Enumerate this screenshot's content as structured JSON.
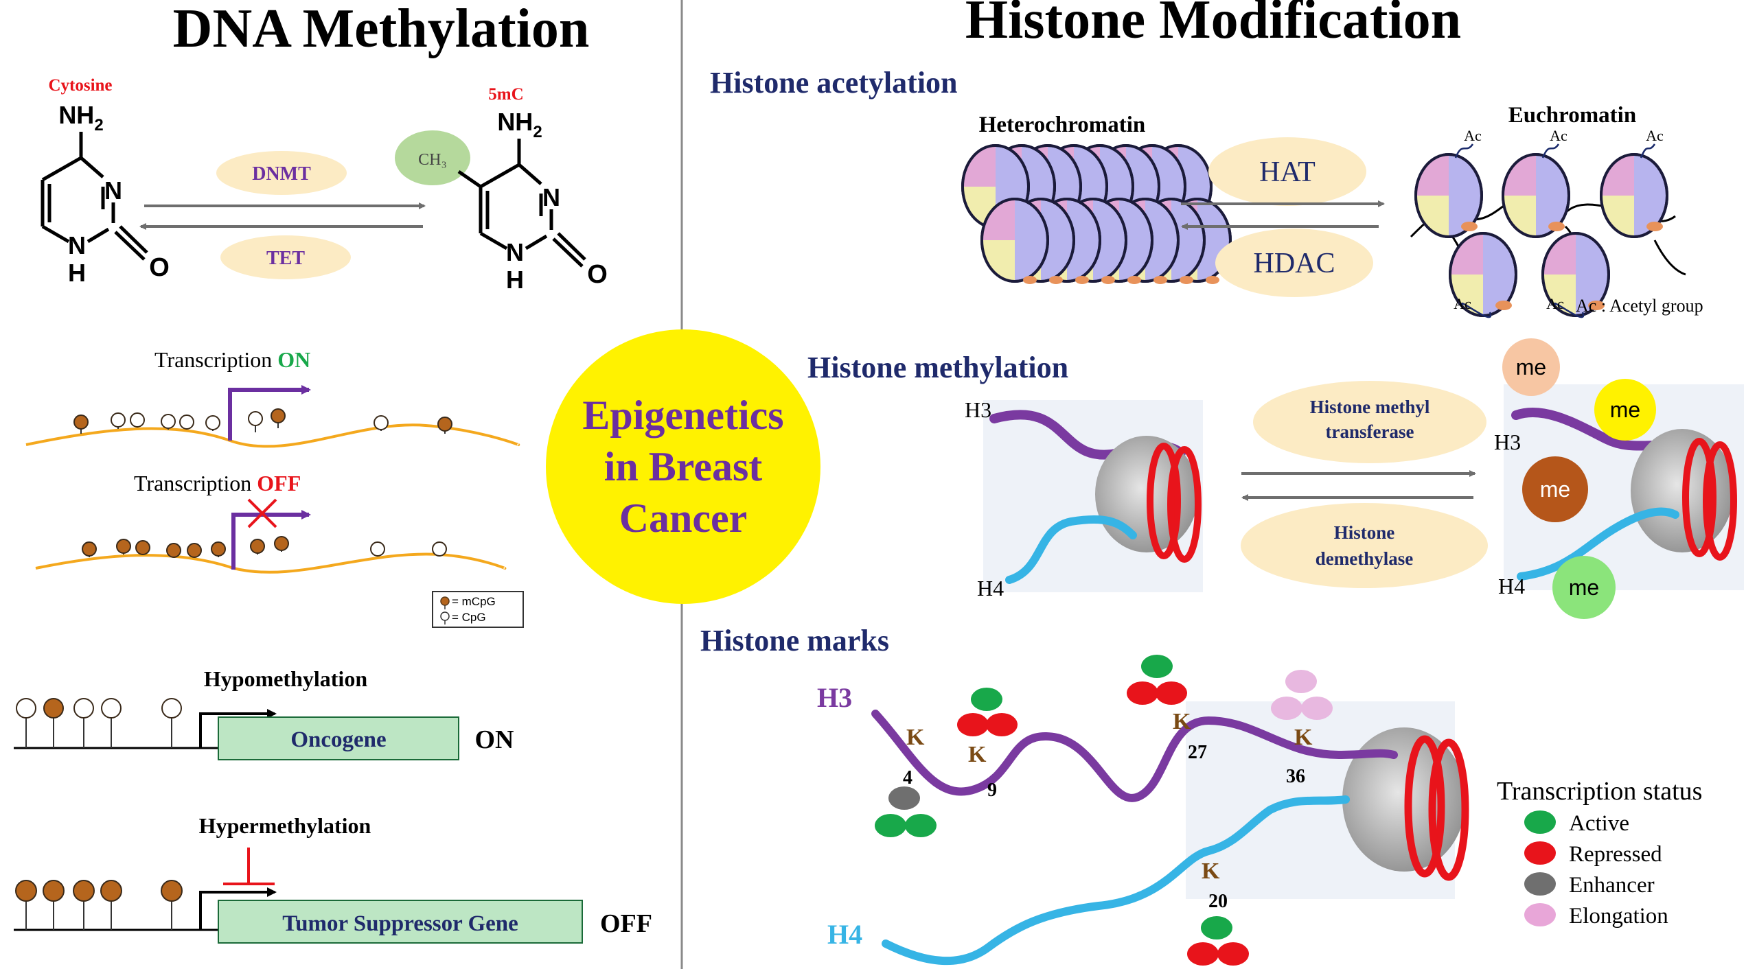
{
  "left": {
    "title": "DNA Methylation",
    "cytosine_label": "Cytosine",
    "mc_label": "5mC",
    "nh2": "NH",
    "nh2_sub": "2",
    "ring_n": "N",
    "ring_h": "H",
    "ring_o": "O",
    "ch3": "CH₃",
    "dnmt": "DNMT",
    "tet": "TET",
    "transcription_word": "Transcription",
    "on": "ON",
    "off": "OFF",
    "legend_mcpg": "= mCpG",
    "legend_cpg": "= CpG",
    "hypo": "Hypomethylation",
    "oncogene": "Oncogene",
    "on_state": "ON",
    "hyper": "Hypermethylation",
    "tsg": "Tumor Suppressor Gene",
    "off_state": "OFF"
  },
  "center": {
    "line1": "Epigenetics",
    "line2": "in Breast",
    "line3": "Cancer"
  },
  "right": {
    "title": "Histone Modification",
    "acetylation": {
      "heading": "Histone acetylation",
      "hetero": "Heterochromatin",
      "eu": "Euchromatin",
      "hat": "HAT",
      "hdac": "HDAC",
      "ac": "Ac",
      "ac_note": "Ac : Acetyl group"
    },
    "methylation": {
      "heading": "Histone methylation",
      "h3": "H3",
      "h4": "H4",
      "hmt_line1": "Histone methyl",
      "hmt_line2": "transferase",
      "hdm_line1": "Histone",
      "hdm_line2": "demethylase",
      "me": "me"
    },
    "marks": {
      "heading": "Histone marks",
      "h3": "H3",
      "h4": "H4",
      "k": "K",
      "k4": "4",
      "k9": "9",
      "k27": "27",
      "k36": "36",
      "k20": "20",
      "status_title": "Transcription status",
      "active": "Active",
      "repressed": "Repressed",
      "enhancer": "Enhancer",
      "elongation": "Elongation"
    }
  },
  "colors": {
    "purple_text": "#6B2FA0",
    "navy": "#1F2A6B",
    "red": "#E8141B",
    "green": "#18A84A",
    "oval": "#FCEBC4",
    "yellow": "#FFF200",
    "orange_line": "#F4A81D",
    "brown": "#B5651D",
    "h3_purple": "#7A3AA0",
    "h4_blue": "#36B4E5"
  }
}
